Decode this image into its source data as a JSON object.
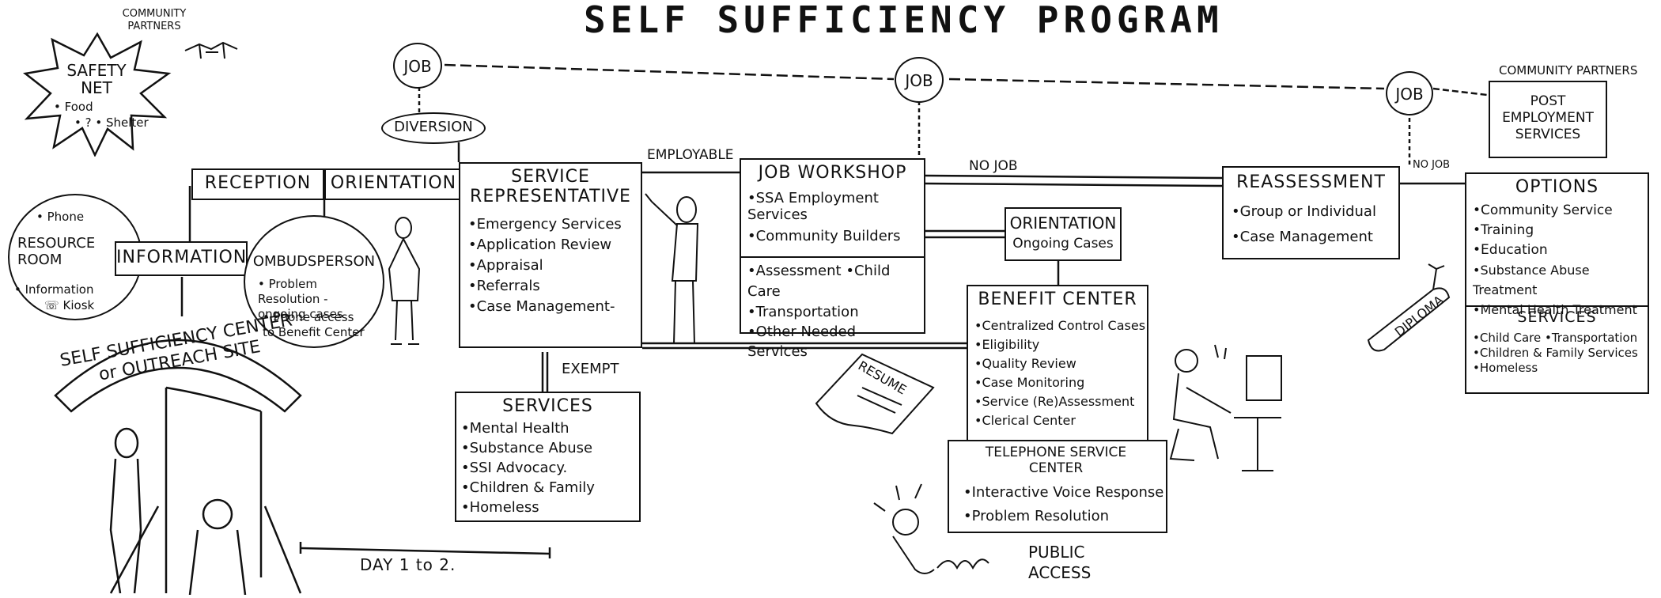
{
  "title": "SELF SUFFICIENCY PROGRAM",
  "community_partners_left": "COMMUNITY PARTNERS",
  "community_partners_right": "COMMUNITY PARTNERS",
  "safety_net": {
    "title": "SAFETY NET",
    "items": [
      "Food",
      "?",
      "Shelter"
    ]
  },
  "job_nodes": [
    "JOB",
    "JOB",
    "JOB"
  ],
  "diversion": "DIVERSION",
  "reception": "RECEPTION",
  "orientation": "ORIENTATION",
  "information": "INFORMATION",
  "resource_room": {
    "title": "RESOURCE ROOM",
    "items": [
      "Phone",
      "Information",
      "Kiosk"
    ]
  },
  "ombudsperson": {
    "title": "OMBUDSPERSON",
    "items": [
      "Problem Resolution - ongoing cases",
      "Phone access to Benefit Center"
    ]
  },
  "service_rep": {
    "title": "SERVICE REPRESENTATIVE",
    "items": [
      "Emergency Services",
      "Application Review",
      "Appraisal",
      "Referrals",
      "Case Management-"
    ]
  },
  "employable": "EMPLOYABLE",
  "exempt": "EXEMPT",
  "services_mid": {
    "title": "SERVICES",
    "items": [
      "Mental Health",
      "Substance Abuse",
      "SSI Advocacy.",
      "Children & Family",
      "Homeless"
    ]
  },
  "job_workshop": {
    "title": "JOB WORKSHOP",
    "items": [
      "SSA Employment Services",
      "Community Builders",
      "Assessment",
      "Child Care",
      "Transportation",
      "Other Needed Services"
    ]
  },
  "no_job": "NO JOB",
  "orientation_ongoing": {
    "title": "ORIENTATION",
    "subtitle": "Ongoing Cases"
  },
  "benefit_center": {
    "title": "BENEFIT CENTER",
    "items": [
      "Centralized Control Cases",
      "Eligibility",
      "Quality Review",
      "Case Monitoring",
      "Service (Re)Assessment",
      "Clerical Center"
    ]
  },
  "telephone_center": {
    "title": "TELEPHONE SERVICE CENTER",
    "items": [
      "Interactive Voice Response",
      "Problem Resolution"
    ]
  },
  "resume": "RESUME",
  "public_access": "PUBLIC ACCESS",
  "reassessment": {
    "title": "REASSESSMENT",
    "items": [
      "Group or Individual",
      "Case Management"
    ]
  },
  "no_job_right": "NO JOB",
  "post_employment": "POST EMPLOYMENT SERVICES",
  "options": {
    "title": "OPTIONS",
    "items": [
      "Community Service",
      "Training",
      "Education",
      "Substance Abuse Treatment",
      "Mental Health Treatment"
    ]
  },
  "services_right": {
    "title": "SERVICES",
    "items": [
      "Child Care",
      "Transportation",
      "Children & Family Services",
      "Homeless"
    ]
  },
  "diploma": "DIPLOMA",
  "outreach_arch": "SELF SUFFICIENCY CENTER or OUTREACH SITE",
  "day_label": "DAY 1 to 2."
}
